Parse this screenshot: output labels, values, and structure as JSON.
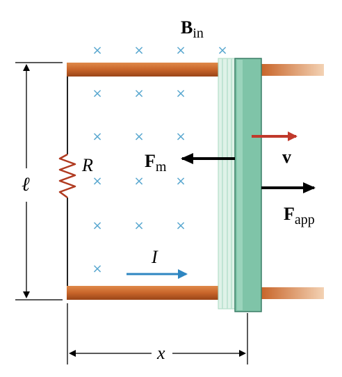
{
  "labels": {
    "field_symbol": "B",
    "field_subscript": "in",
    "magnetic_force_symbol": "F",
    "magnetic_force_subscript": "m",
    "velocity_symbol": "v",
    "applied_force_symbol": "F",
    "applied_force_subscript": "app",
    "resistor_symbol": "R",
    "current_symbol": "I",
    "length_symbol": "ℓ",
    "distance_symbol": "x"
  },
  "field_marker_glyph": "×",
  "colors": {
    "rail": "#c8652a",
    "rail_dark": "#8c3d12",
    "rail_light": "#f0c8a0",
    "bar_fill": "#7fc4a8",
    "bar_edge": "#3a7d66",
    "bar_trail": "#cfe9dc",
    "field_marker": "#5aa8d0",
    "velocity_arrow": "#c0392b",
    "current_arrow": "#2e86c1",
    "force_arrow": "#000000",
    "resistor": "#b03a20",
    "wire": "#222222"
  }
}
